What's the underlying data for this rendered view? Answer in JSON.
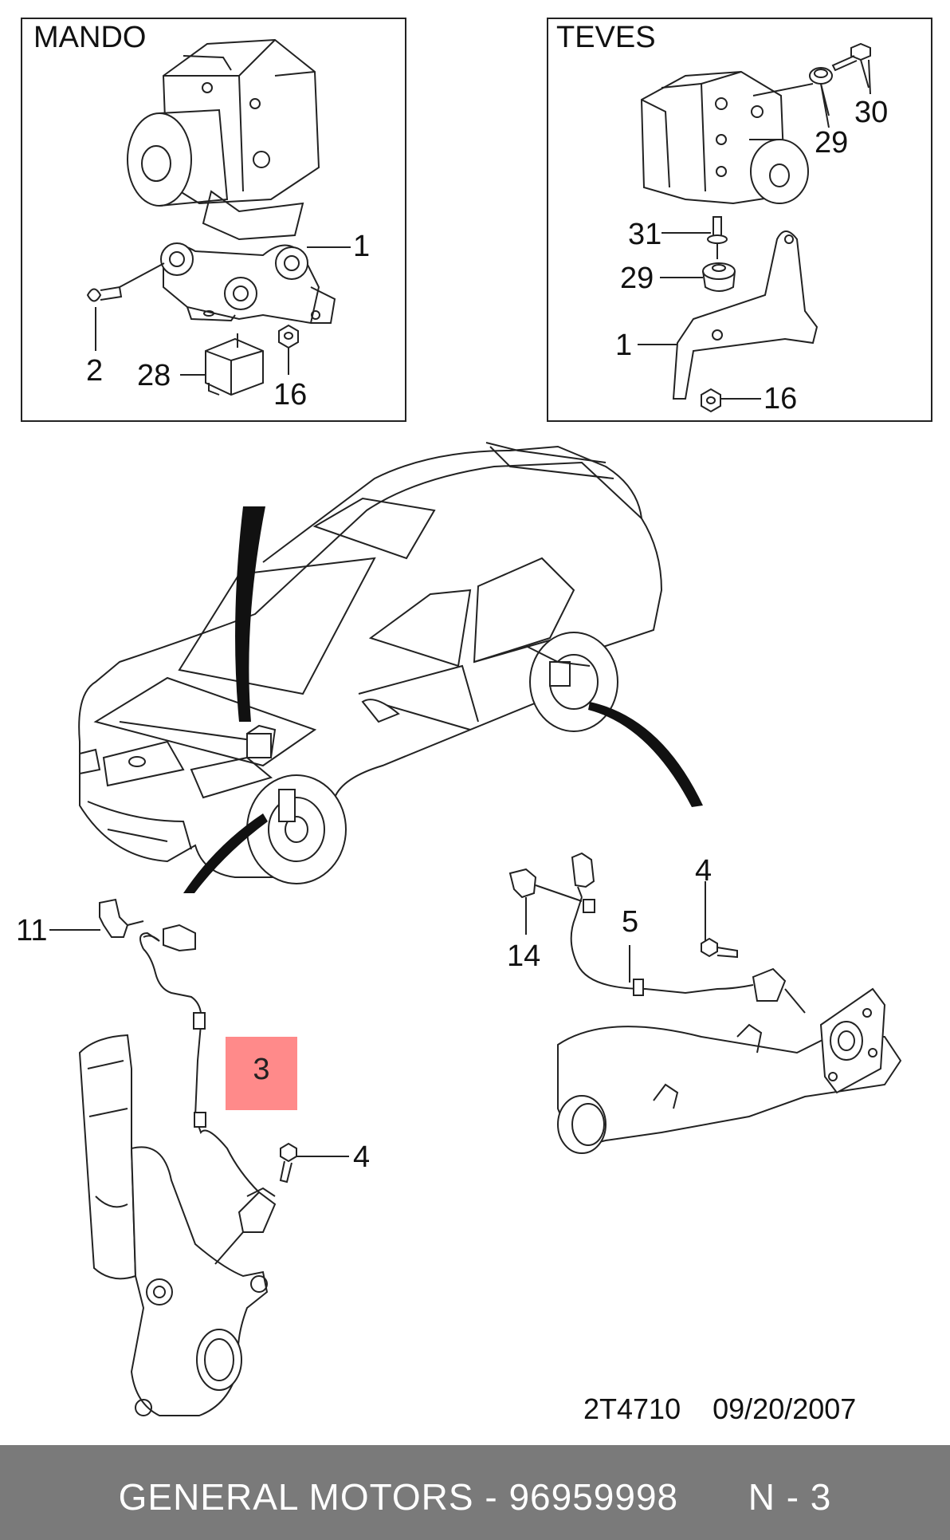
{
  "panels": {
    "mando": {
      "title": "MANDO",
      "callouts": [
        "1",
        "2",
        "28",
        "16"
      ]
    },
    "teves": {
      "title": "TEVES",
      "callouts": [
        "30",
        "29",
        "31",
        "29",
        "1",
        "16"
      ]
    }
  },
  "main_callouts": {
    "front": [
      "11",
      "3",
      "4"
    ],
    "rear": [
      "4",
      "5",
      "14"
    ]
  },
  "highlight": {
    "label": "3",
    "color": "#ff8a8a"
  },
  "drawing_code": "2T4710",
  "drawing_date": "09/20/2007",
  "footer": {
    "brand": "GENERAL MOTORS",
    "part_number": "96959998",
    "page": "N - 3"
  },
  "icons": [
    "abs-modulator-mando",
    "abs-modulator-teves",
    "sedan-car",
    "front-knuckle-sensor",
    "rear-axle-sensor"
  ]
}
